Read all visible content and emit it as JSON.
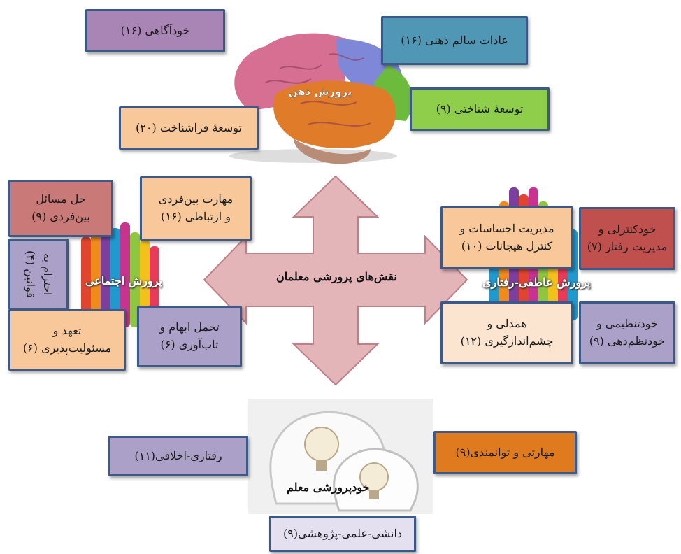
{
  "center": {
    "label": "نقش‌های پرورشی معلمان"
  },
  "quadrants": {
    "top": "پرورش ذهن",
    "left": "پرورش اجتماعی",
    "right": "پرورش عاطفی-رفتاری",
    "bottom": "خودپرورشی معلم"
  },
  "boxes": {
    "self_awareness": "خودآگاهی (۱۶)",
    "healthy_habits": "عادات سالم ذهنی (۱۶)",
    "cognitive_dev": "توسعهٔ شناختی (۹)",
    "metacognition": "توسعهٔ فراشناخت (۲۰)",
    "problem_solving": "حل مسائل\nبین‌فردی (۹)",
    "communication": "مهارت بین‌فردی\nو ارتباطی (۱۶)",
    "respect_rules": "احترام به\nقوانین (۴)",
    "commitment": "تعهد و\nمسئولیت‌پذیری (۶)",
    "ambiguity_tolerance": "تحمل ابهام و\nتاب‌آوری (۶)",
    "emotion_mgmt": "مدیریت احساسات و\nکنترل هیجانات (۱۰)",
    "self_control": "خودکنترلی و\nمدیریت رفتار (۷)",
    "empathy": "همدلی و\nچشم‌اندازگیری (۱۲)",
    "self_regulation": "خودتنظیمی و\nخودنظم‌دهی (۹)",
    "behavioral_ethical": "رفتاری-اخلاقی(۱۱)",
    "skill_ability": "مهارتی و توانمندی(۹)",
    "knowledge_research": "دانشی-علمی-پژوهشی(۹)"
  },
  "colors": {
    "border": "#3b5a8a",
    "arrow_fill": "#e3b4b8",
    "arrow_stroke": "#c08088"
  }
}
